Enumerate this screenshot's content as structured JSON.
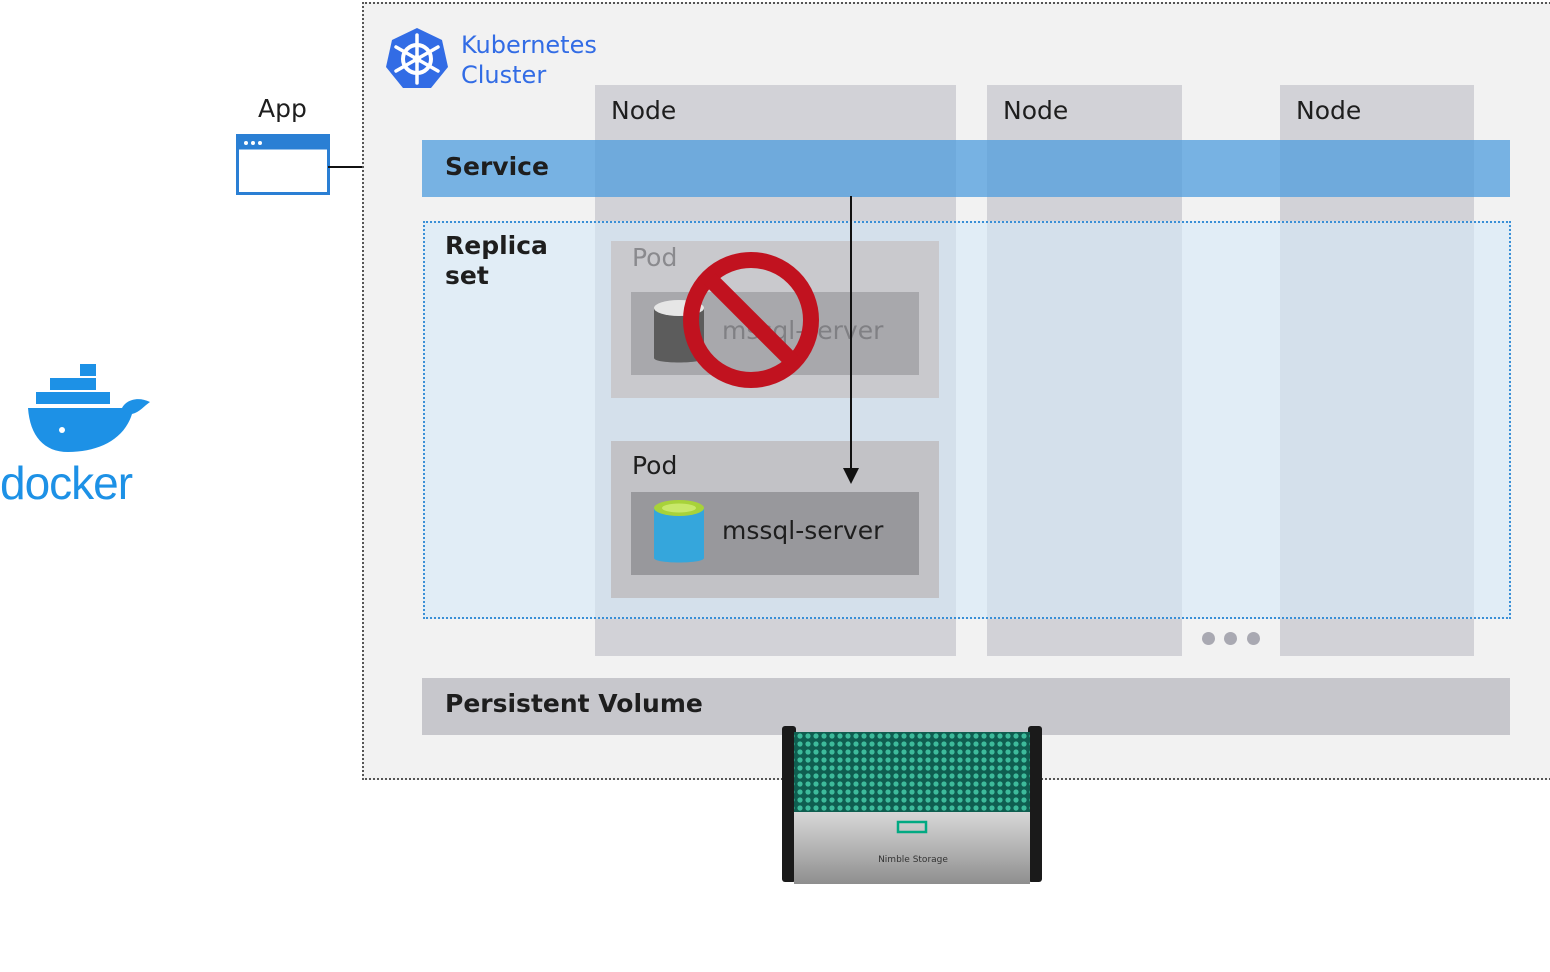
{
  "cluster": {
    "title_line1": "Kubernetes",
    "title_line2": "Cluster",
    "icon": "kubernetes-helm-icon",
    "accent_color": "#326ce5"
  },
  "app": {
    "label": "App",
    "icon": "browser-window-icon"
  },
  "nodes": [
    {
      "label": "Node"
    },
    {
      "label": "Node"
    },
    {
      "label": "Node"
    }
  ],
  "service": {
    "label": "Service",
    "color": "#4e9cde"
  },
  "replica_set": {
    "label_line1": "Replica",
    "label_line2": "set"
  },
  "pods": [
    {
      "label": "Pod",
      "container": "mssql-server",
      "state": "failed",
      "overlay_icon": "prohibited-icon"
    },
    {
      "label": "Pod",
      "container": "mssql-server",
      "state": "running"
    }
  ],
  "ellipsis_icon": "more-dots-icon",
  "persistent_volume": {
    "label": "Persistent Volume"
  },
  "storage": {
    "label": "Nimble Storage",
    "icon": "storage-array-icon",
    "grille_color": "#1b8a74"
  },
  "docker": {
    "label": "docker",
    "icon": "docker-whale-icon",
    "color": "#1d91e6"
  }
}
